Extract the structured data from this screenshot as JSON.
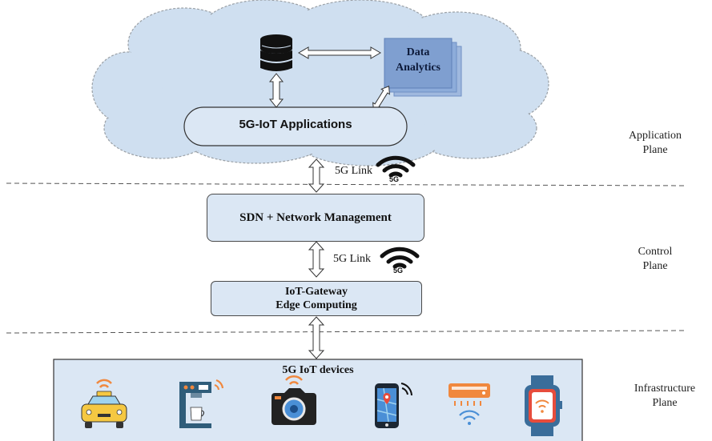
{
  "cloud": {
    "applications_label": "5G-IoT Applications",
    "data_analytics_line1": "Data",
    "data_analytics_line2": "Analytics"
  },
  "links": {
    "upper_link_label": "5G Link",
    "lower_link_label": "5G Link",
    "wifi_badge": "5G"
  },
  "control": {
    "sdn_label": "SDN + Network Management",
    "gateway_line1": "IoT-Gateway",
    "gateway_line2": "Edge Computing"
  },
  "infrastructure": {
    "devices_title": "5G IoT devices",
    "devices": [
      {
        "name": "car-icon"
      },
      {
        "name": "coffee-machine-icon"
      },
      {
        "name": "camera-icon"
      },
      {
        "name": "smartphone-map-icon"
      },
      {
        "name": "air-conditioner-icon"
      },
      {
        "name": "smartwatch-icon"
      }
    ]
  },
  "planes": {
    "application_line1": "Application",
    "application_line2": "Plane",
    "control_line1": "Control",
    "control_line2": "Plane",
    "infrastructure_line1": "Infrastructure",
    "infrastructure_line2": "Plane"
  },
  "colors": {
    "cloud_fill": "#cfdff0",
    "box_fill": "#dbe7f4",
    "analytics_fill": "#7f9fd0",
    "device_orange": "#f0883e",
    "device_yellow": "#f5c842"
  }
}
